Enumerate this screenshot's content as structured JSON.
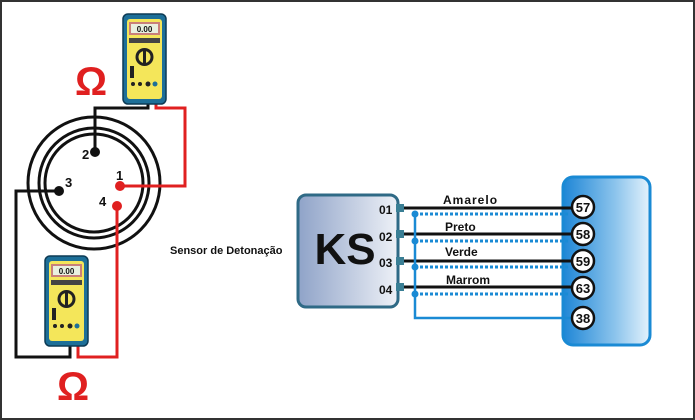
{
  "meters": [
    {
      "display": "0.00",
      "unit_symbol": "Ω"
    },
    {
      "display": "0.00",
      "unit_symbol": "Ω"
    }
  ],
  "connector": {
    "pins": [
      "1",
      "2",
      "3",
      "4"
    ]
  },
  "sensor": {
    "caption": "Sensor de Detonação",
    "label": "KS",
    "pins": [
      "01",
      "02",
      "03",
      "04"
    ]
  },
  "wires": [
    {
      "color_name": "Amarelo",
      "ecu_pin": "57"
    },
    {
      "color_name": "Preto",
      "ecu_pin": "58"
    },
    {
      "color_name": "Verde",
      "ecu_pin": "59"
    },
    {
      "color_name": "Marrom",
      "ecu_pin": "63"
    }
  ],
  "shield_pin": "38",
  "colors": {
    "red": "#e02020",
    "blue": "#1a8ad4",
    "black": "#111111"
  }
}
